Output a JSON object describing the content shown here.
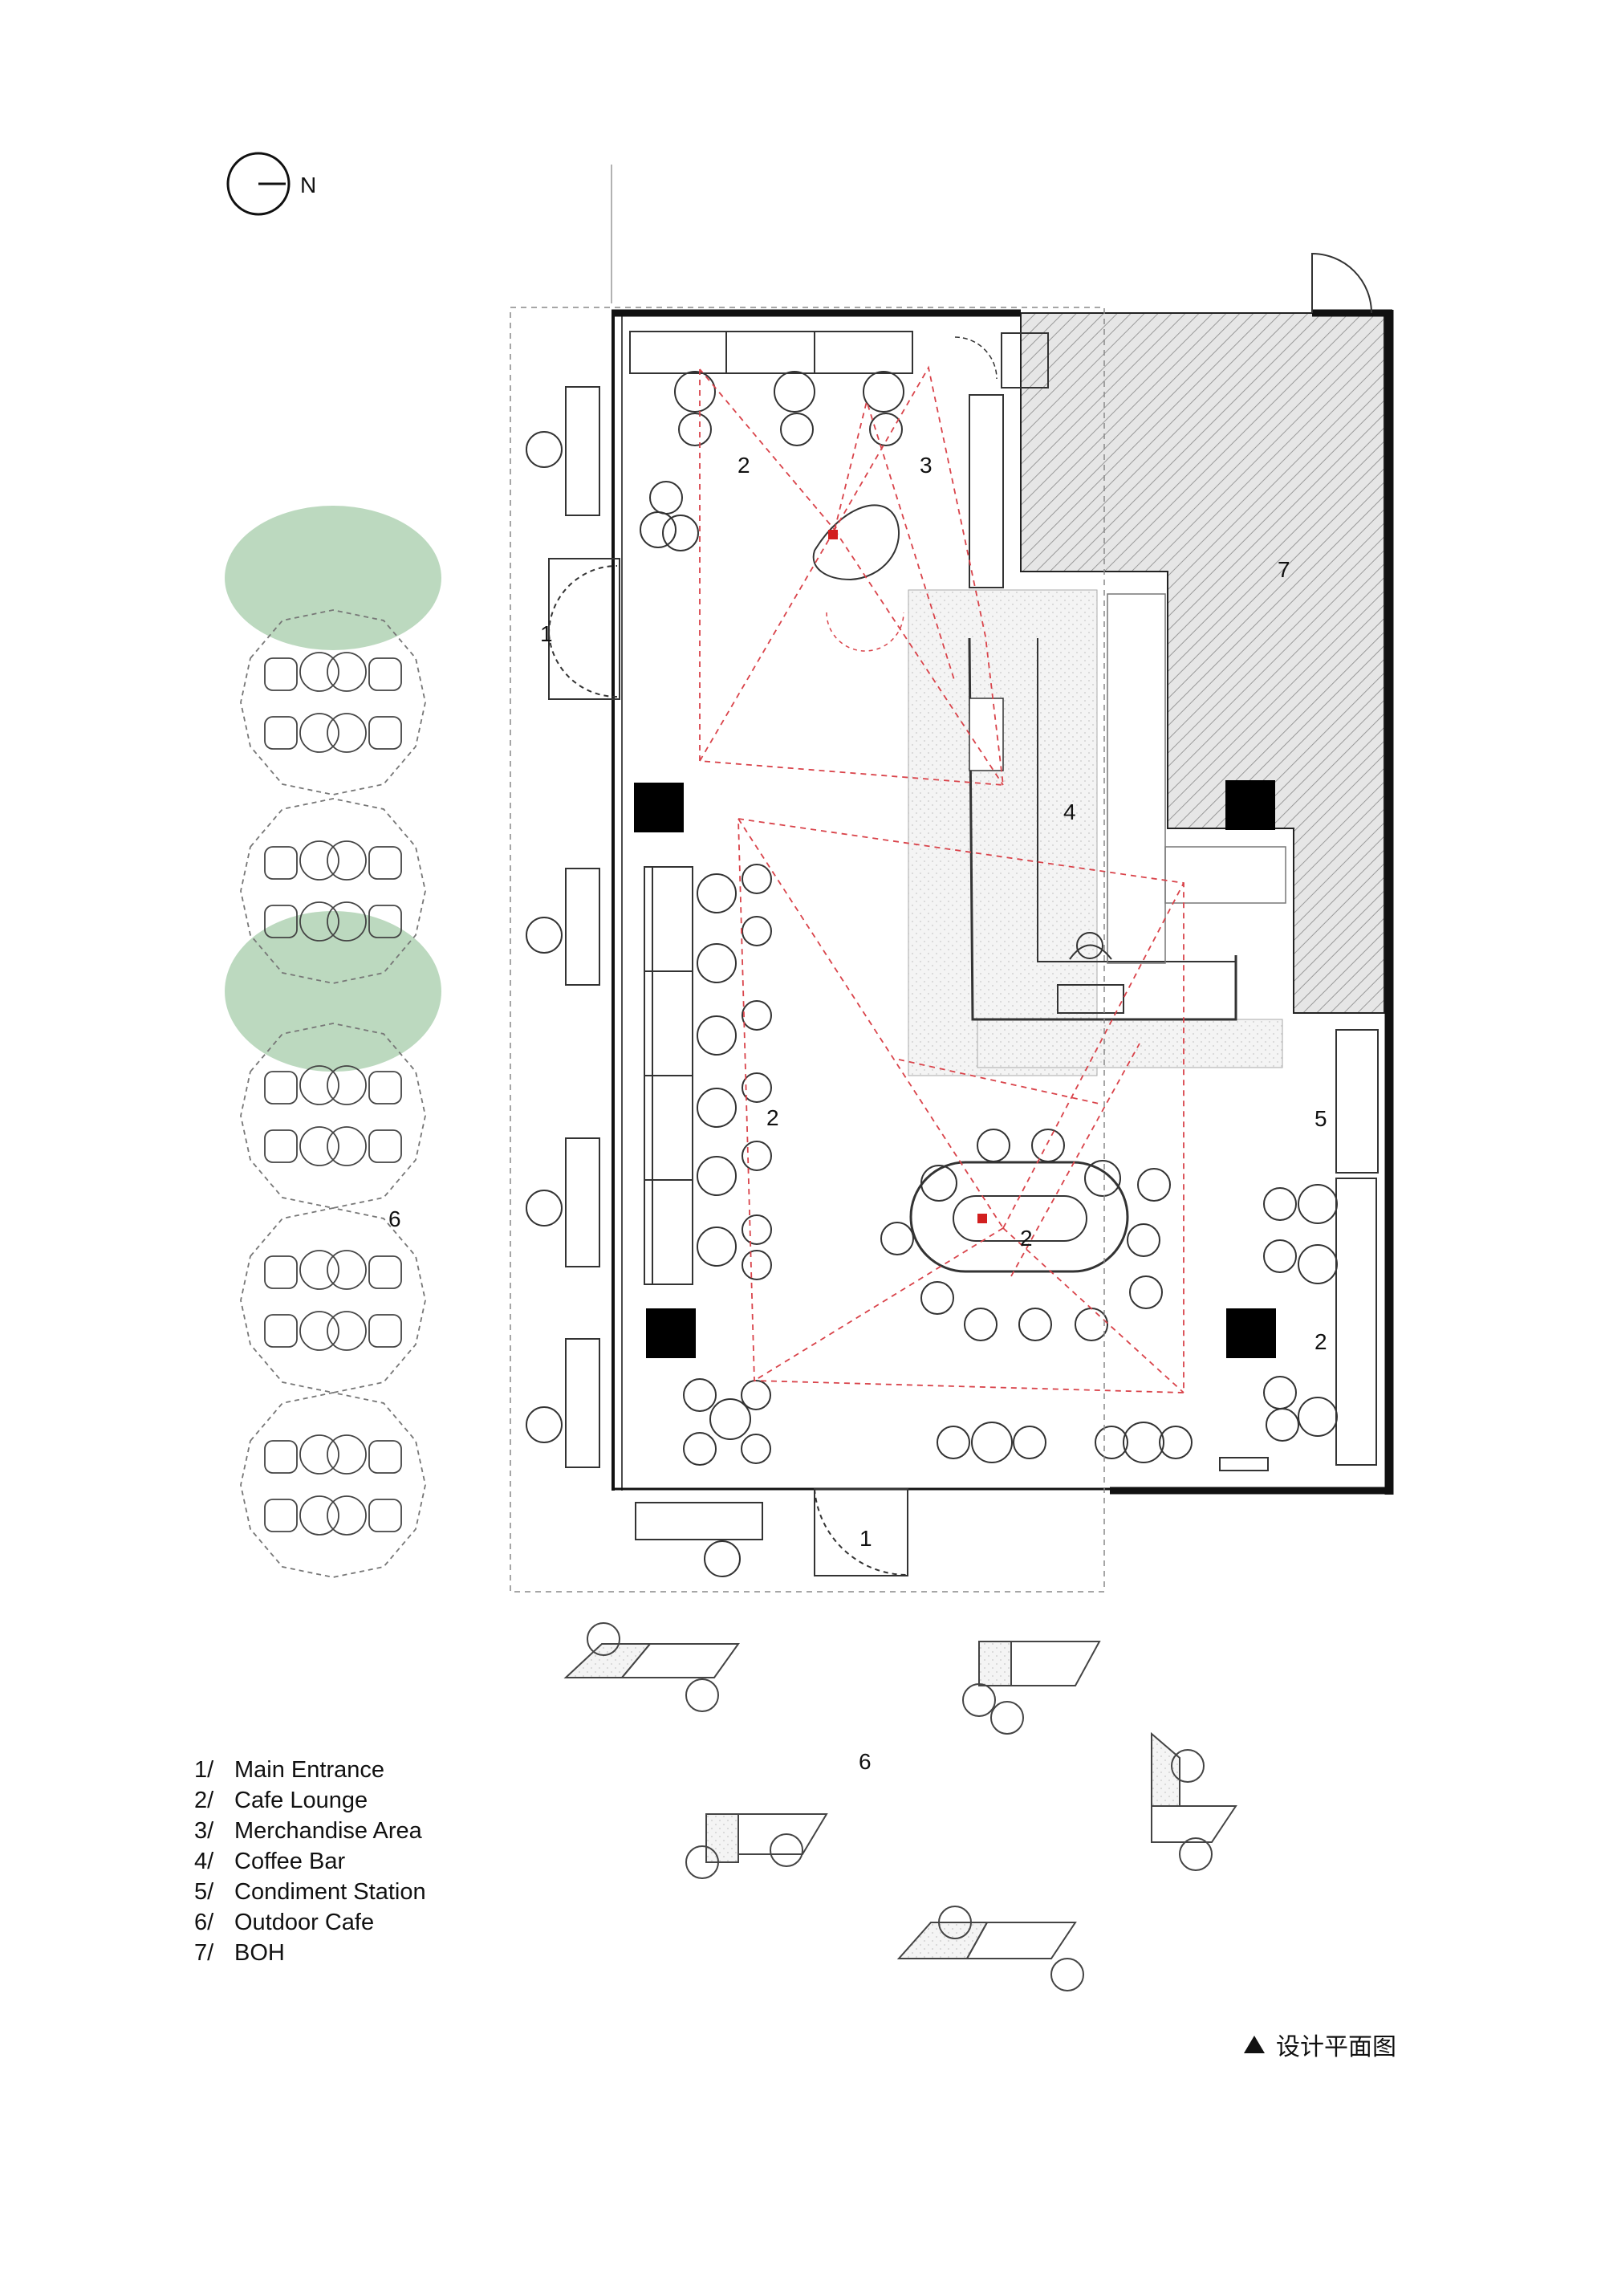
{
  "north": {
    "label": "N",
    "icon": "north-arrow-icon"
  },
  "zones": [
    {
      "id": "main-entrance-west",
      "label": "1"
    },
    {
      "id": "main-entrance-south",
      "label": "1"
    },
    {
      "id": "cafe-lounge-north",
      "label": "2"
    },
    {
      "id": "merchandise-area",
      "label": "3"
    },
    {
      "id": "coffee-bar",
      "label": "4"
    },
    {
      "id": "cafe-lounge-center",
      "label": "2"
    },
    {
      "id": "cafe-lounge-table",
      "label": "2"
    },
    {
      "id": "cafe-lounge-east",
      "label": "2"
    },
    {
      "id": "condiment-station",
      "label": "5"
    },
    {
      "id": "outdoor-cafe-west",
      "label": "6"
    },
    {
      "id": "outdoor-cafe-south",
      "label": "6"
    },
    {
      "id": "boh",
      "label": "7"
    }
  ],
  "legend": [
    {
      "num": "1/",
      "text": "Main Entrance"
    },
    {
      "num": "2/",
      "text": "Cafe Lounge"
    },
    {
      "num": "3/",
      "text": "Merchandise Area"
    },
    {
      "num": "4/",
      "text": "Coffee Bar"
    },
    {
      "num": "5/",
      "text": "Condiment Station"
    },
    {
      "num": "6/",
      "text": "Outdoor Cafe"
    },
    {
      "num": "7/",
      "text": "BOH"
    }
  ],
  "caption": {
    "icon": "triangle-icon",
    "text": "设计平面图"
  },
  "colors": {
    "line": "#333333",
    "wall": "#111111",
    "path": "#d9434a",
    "hatch": "#9a9a9a",
    "tree": "#8fbf95",
    "accent": "#d21f1f"
  }
}
